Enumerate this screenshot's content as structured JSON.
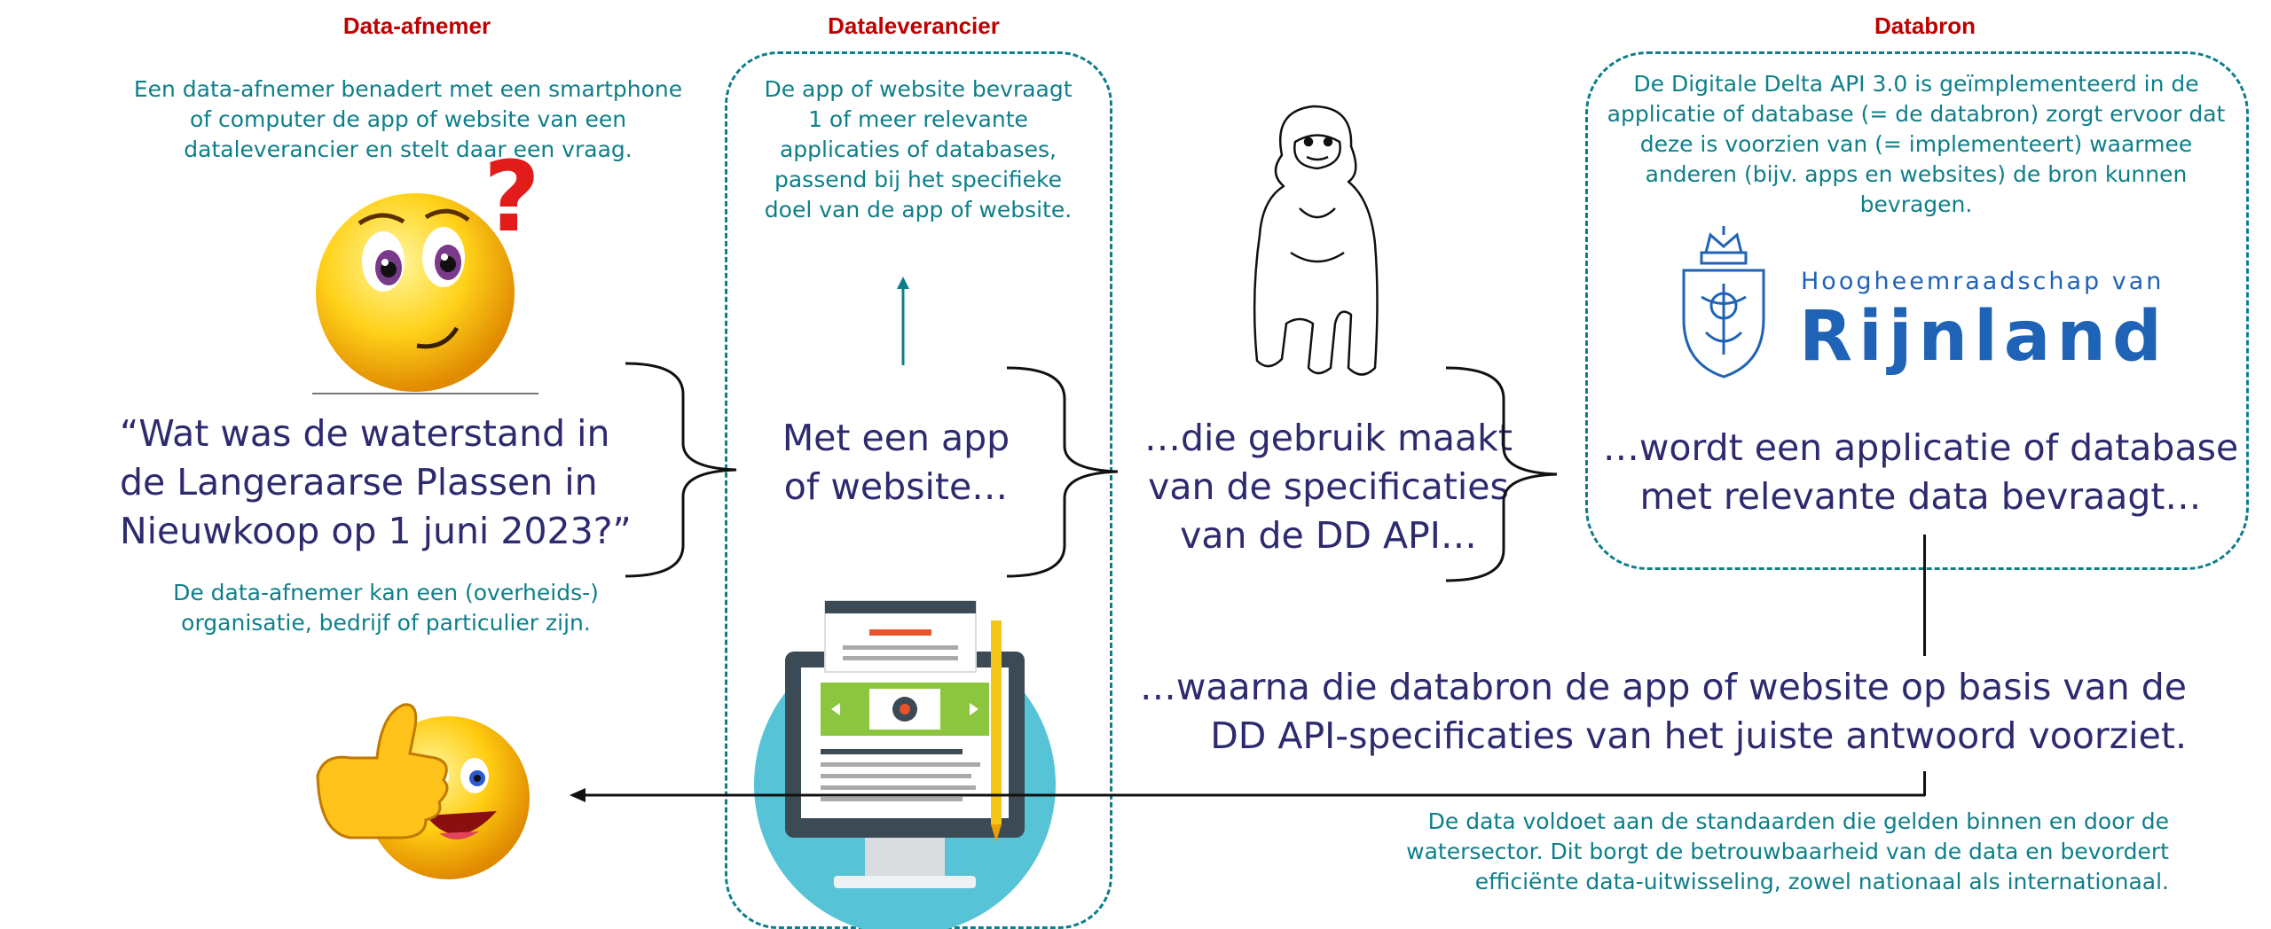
{
  "headers": {
    "afnemer": "Data-afnemer",
    "leverancier": "Dataleverancier",
    "bron": "Databron"
  },
  "afnemer": {
    "intro": "Een data-afnemer benadert met een smartphone of computer de app of website van een dataleverancier en stelt daar een vraag.",
    "question": "“Wat was de waterstand in de Langeraarse Plassen in Nieuwkoop op 1 juni 2023?”",
    "note": "De data-afnemer kan een (overheids-) organisatie, bedrijf of particulier zijn."
  },
  "leverancier": {
    "desc": "De app of website bevraagt 1 of meer relevante applicaties of databases, passend bij het specifieke doel van de app of website.",
    "main": "Met een app of website…"
  },
  "api": {
    "main": "…die gebruik maakt van de specificaties van de DD API…"
  },
  "bron": {
    "desc": "De Digitale Delta API 3.0 is geïmplementeerd in de applicatie of database (= de databron) zorgt ervoor dat deze is voorzien van (= implementeert) waarmee anderen (bijv. apps en websites) de bron kunnen bevragen.",
    "logo_top": "Hoogheemraadschap van",
    "logo_main": "Rijnland",
    "main": "…wordt een applicatie of database met relevante data bevraagt…"
  },
  "answer": {
    "main": "…waarna die databron de app of website op basis van de DD API-specificaties van het juiste antwoord voorziet.",
    "note": "De data voldoet aan de standaarden die gelden binnen en door de watersector. Dit borgt de betrouwbaarheid van de data en bevordert efficiënte data-uitwisseling, zowel nationaal als internationaal."
  },
  "icons": {
    "question_emoji": "thinking-emoji-icon",
    "thumbs_emoji": "thumbs-up-emoji-icon",
    "gorilla": "gorilla-icon",
    "computer": "computer-website-icon",
    "crest": "rijnland-crest-icon"
  },
  "colors": {
    "header_red": "#c00000",
    "teal": "#0e7f8a",
    "navy": "#2d2a6e",
    "logo_blue": "#1f63b6"
  }
}
